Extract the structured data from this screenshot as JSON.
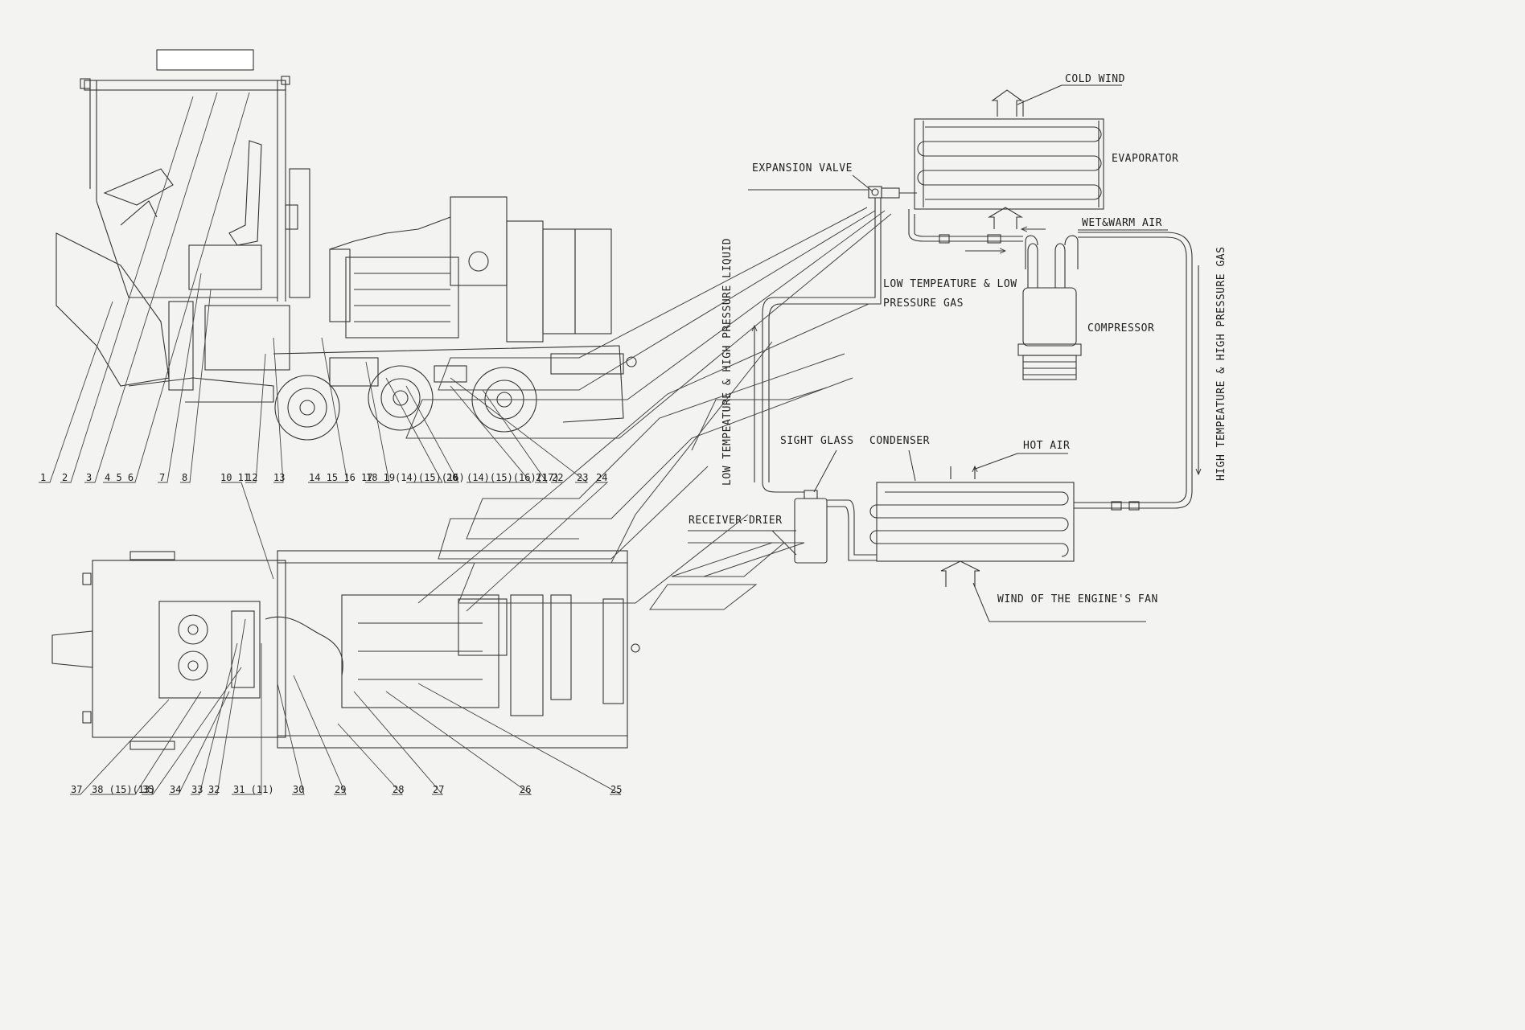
{
  "labels": {
    "cold_wind": "COLD WIND",
    "evaporator": "EVAPORATOR",
    "expansion_valve": "EXPANSION VALVE",
    "wet_warm_air": "WET&WARM AIR",
    "low_temp_gas_1": "LOW TEMPEATURE & LOW",
    "low_temp_gas_2": "PRESSURE GAS",
    "compressor": "COMPRESSOR",
    "high_temp_liquid": "LOW TEMPEATURE & HIGH PRESSURE LIQUID",
    "high_temp_gas": "HIGH TEMPEATURE & HIGH PRESSURE GAS",
    "sight_glass": "SIGHT GLASS",
    "condenser": "CONDENSER",
    "hot_air": "HOT AIR",
    "receiver_drier": "RECEIVER-DRIER",
    "engine_fan_wind": "WIND OF THE ENGINE'S FAN"
  },
  "callouts_top": {
    "c1": "1",
    "c2": "2",
    "c3": "3",
    "c456": "4 5 6",
    "c7": "7",
    "c8": "8",
    "c1011": "10 11",
    "c12": "12",
    "c13": "13",
    "c141516": "14 15 16 17",
    "c1819": "18 19",
    "cp1": "(14)(15)(16)",
    "c20": "20",
    "cp2": "(14)(15)(16)(17)",
    "c21": "21",
    "c22": "22",
    "c23": "23",
    "c24": "24"
  },
  "callouts_bottom": {
    "c37": "37",
    "c38": "38 (15)(13)",
    "c35": "35",
    "c34": "34",
    "c33": "33",
    "c32": "32",
    "c31": "31 (11)",
    "c30": "30",
    "c29": "29",
    "c28": "28",
    "c27": "27",
    "c26": "26",
    "c25": "25"
  }
}
